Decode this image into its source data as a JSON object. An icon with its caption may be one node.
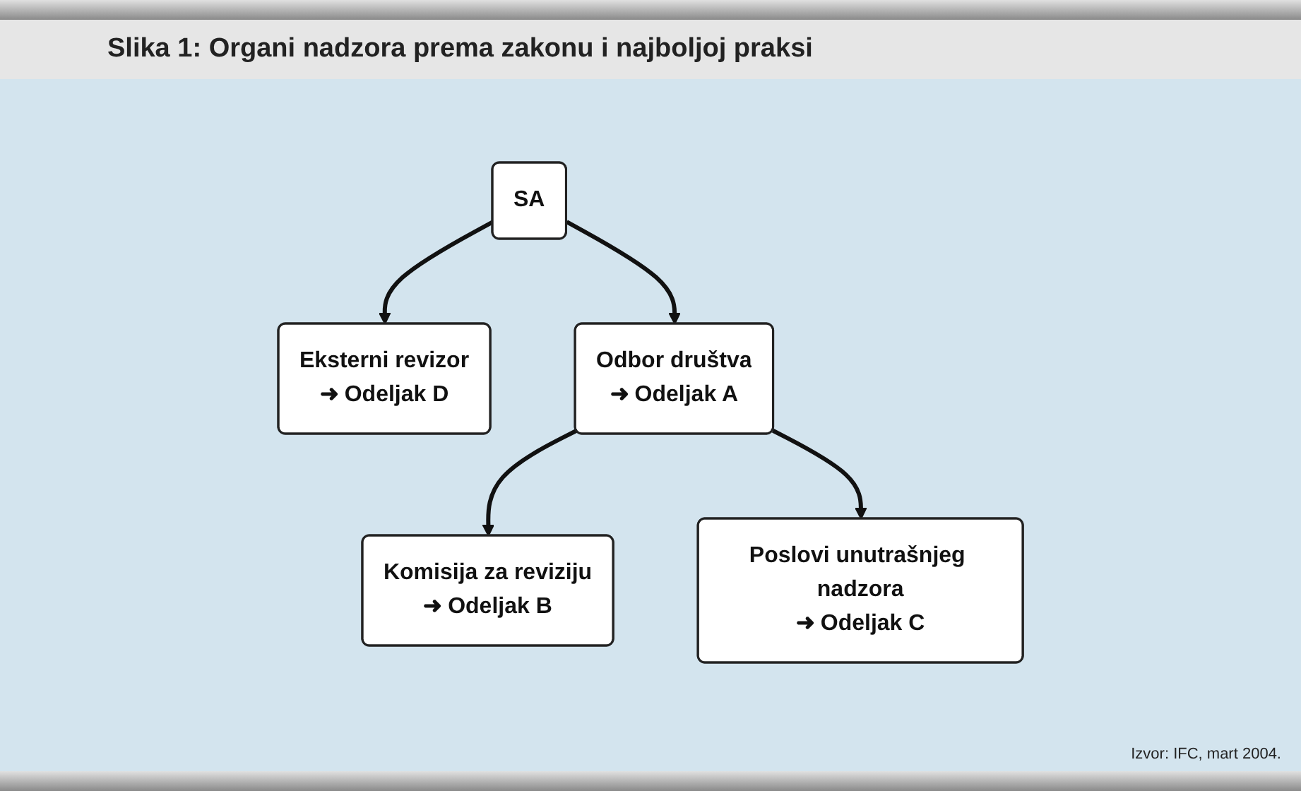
{
  "diagram": {
    "title": "Slika 1: Organi nadzora prema zakonu i najboljoj praksi",
    "nodes": [
      {
        "text": [
          "Eksterni revizor",
          "➜ Odeljak D"
        ]
      },
      {
        "text": [
          "SA"
        ]
      },
      {
        "text": [
          "Komisija za reviziju",
          "➜ Odeljak B"
        ]
      },
      {
        "text": [
          "Odbor društva",
          "➜ Odeljak A"
        ]
      },
      {
        "text": [
          "Poslovi unutrašnjeg nadzora",
          "➜ Odeljak C"
        ]
      }
    ],
    "edges": [
      {
        "from": 1,
        "to": 0,
        "arrow": "to"
      },
      {
        "from": 1,
        "to": 3,
        "arrow": "to"
      },
      {
        "from": 3,
        "to": 2,
        "arrow": "to"
      },
      {
        "from": 3,
        "to": 4,
        "arrow": "to"
      }
    ],
    "caption": "Izvor: IFC, mart 2004."
  }
}
